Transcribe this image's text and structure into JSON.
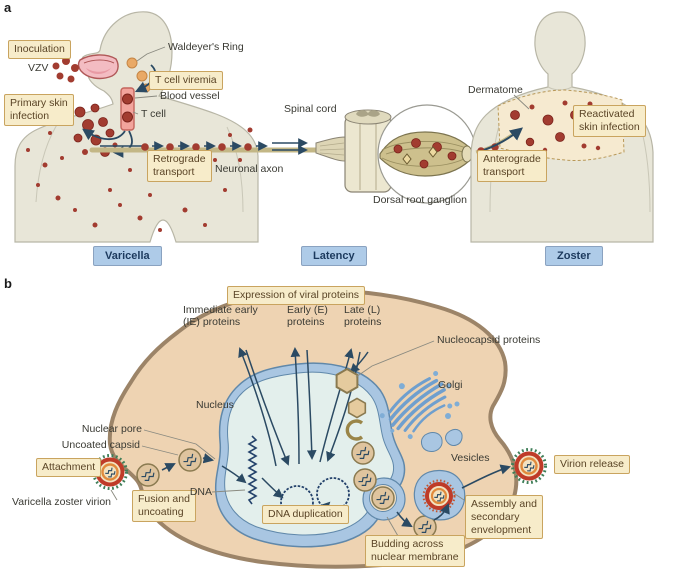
{
  "panel_a": {
    "letter": "a",
    "inoculation": "Inoculation",
    "vzv": "VZV",
    "waldeyers_ring": "Waldeyer's Ring",
    "t_cell_viremia": "T cell viremia",
    "blood_vessel": "Blood vessel",
    "t_cell": "T cell",
    "primary_skin_infection": "Primary skin\ninfection",
    "retrograde_transport": "Retrograde\ntransport",
    "neuronal_axon": "Neuronal axon",
    "spinal_cord": "Spinal cord",
    "dorsal_root_ganglion": "Dorsal root ganglion",
    "dermatome": "Dermatome",
    "reactivated_skin_infection": "Reactivated\nskin infection",
    "anterograde_transport": "Anterograde\ntransport",
    "stage_varicella": "Varicella",
    "stage_latency": "Latency",
    "stage_zoster": "Zoster"
  },
  "panel_b": {
    "letter": "b",
    "expression_of_viral_proteins": "Expression of viral proteins",
    "immediate_early_proteins": "Immediate early\n(IE) proteins",
    "early_proteins": "Early (E)\nproteins",
    "late_proteins": "Late (L)\nproteins",
    "nucleocapsid_proteins": "Nucleocapsid proteins",
    "golgi": "Golgi",
    "nucleus": "Nucleus",
    "nuclear_pore": "Nuclear pore",
    "uncoated_capsid": "Uncoated capsid",
    "attachment": "Attachment",
    "varicella_zoster_virion": "Varicella zoster virion",
    "fusion_and_uncoating": "Fusion and\nuncoating",
    "dna": "DNA",
    "dna_duplication": "DNA duplication",
    "vesicles": "Vesicles",
    "virion_release": "Virion release",
    "assembly_secondary_envelopment": "Assembly and\nsecondary\nenvelopment",
    "budding_across_nuclear_membrane": "Budding across\nnuclear membrane"
  },
  "colors": {
    "label_box_fill": "#f7ecca",
    "label_box_border": "#c9a45f",
    "stage_box_fill": "#aecbe8",
    "stage_box_border": "#8aa2c0",
    "stage_text": "#1c3a5e",
    "body_fill": "#e8e6d8",
    "cell_fill": "#eed3b2",
    "nucleus_fill": "#e3efec",
    "membrane_blue": "#a9c6e2",
    "virus_red": "#a23c30",
    "arrow_navy": "#2b4a63",
    "golgi_blue": "#6f9fce",
    "virion_ring_red": "#bf3b28",
    "virion_core_orange": "#e08a3c",
    "capsid_tan": "#dfc49e"
  }
}
